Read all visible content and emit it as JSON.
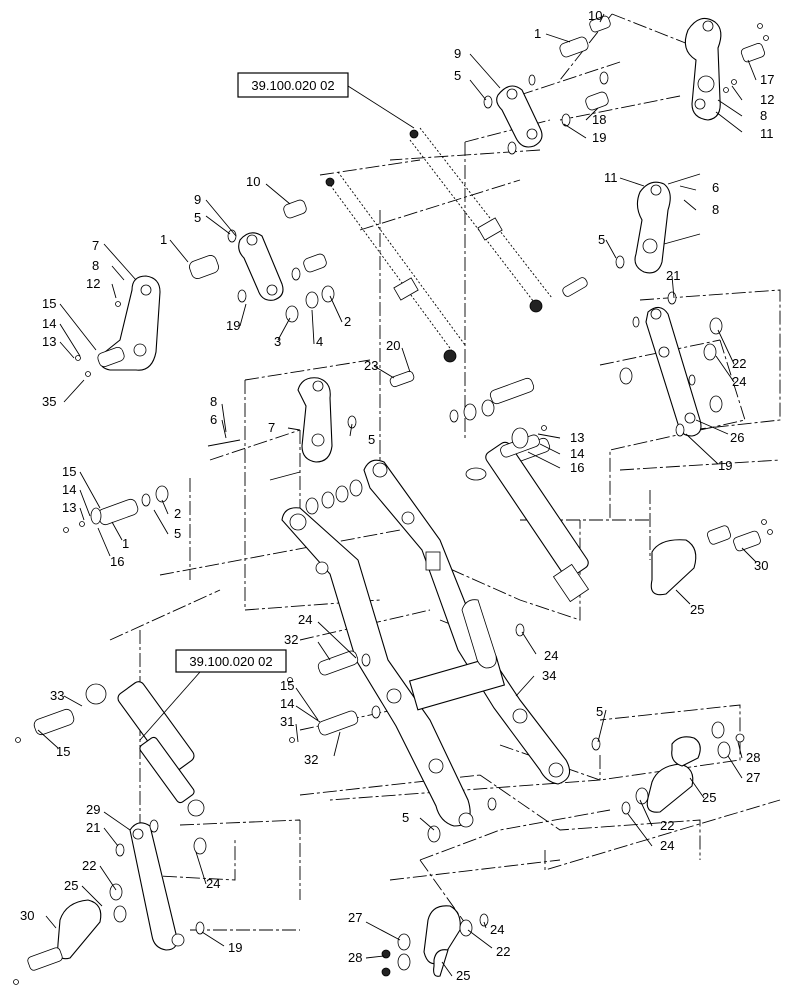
{
  "refs": [
    "39.100.020 02",
    "39.100.020 02"
  ],
  "callouts": [
    "10",
    "1",
    "9",
    "5",
    "17",
    "12",
    "8",
    "11",
    "18",
    "19",
    "10",
    "9",
    "5",
    "1",
    "7",
    "8",
    "12",
    "15",
    "14",
    "13",
    "35",
    "19",
    "3",
    "4",
    "2",
    "11",
    "6",
    "8",
    "5",
    "21",
    "22",
    "24",
    "26",
    "19",
    "20",
    "23",
    "8",
    "6",
    "7",
    "5",
    "13",
    "14",
    "16",
    "15",
    "14",
    "13",
    "1",
    "2",
    "5",
    "16",
    "30",
    "25",
    "24",
    "32",
    "24",
    "34",
    "15",
    "14",
    "31",
    "32",
    "5",
    "33",
    "15",
    "29",
    "21",
    "24",
    "22",
    "25",
    "30",
    "19",
    "5",
    "28",
    "27",
    "25",
    "22",
    "24",
    "27",
    "28",
    "25",
    "22",
    "24"
  ]
}
